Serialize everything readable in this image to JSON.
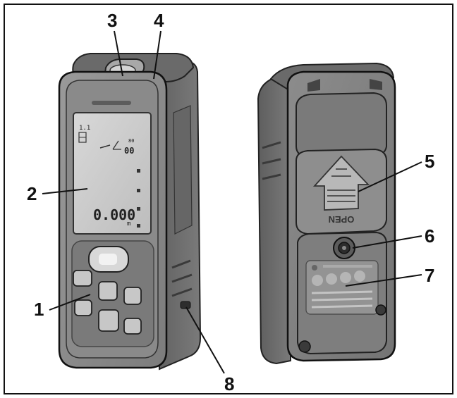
{
  "diagram": {
    "devices": {
      "front": {
        "display": {
          "readout": "0.000",
          "unit": "m",
          "angle_readout": "00",
          "mode_value": "1.1",
          "mode_value_2": "80"
        }
      },
      "back": {
        "battery_door": {
          "text": "OPEN"
        }
      }
    },
    "callouts": [
      {
        "id": "1",
        "label": "1"
      },
      {
        "id": "2",
        "label": "2"
      },
      {
        "id": "3",
        "label": "3"
      },
      {
        "id": "4",
        "label": "4"
      },
      {
        "id": "5",
        "label": "5"
      },
      {
        "id": "6",
        "label": "6"
      },
      {
        "id": "7",
        "label": "7"
      },
      {
        "id": "8",
        "label": "8"
      }
    ]
  },
  "colors": {
    "frame": "#111111",
    "body_dark": "#6e6e6e",
    "body_mid": "#8e8e8e",
    "body_light": "#b4b4b4",
    "screen": "#c9c9c9",
    "ink": "#111111"
  }
}
